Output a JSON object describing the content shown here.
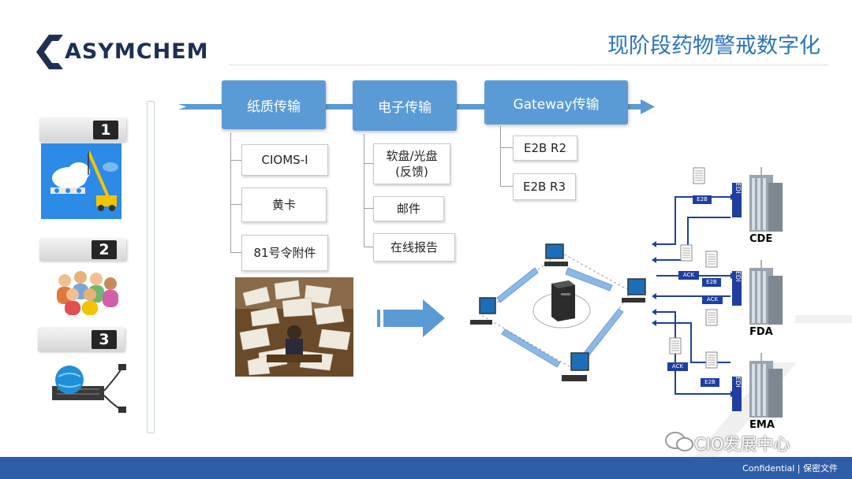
{
  "header": {
    "logo_text": "ASYMCHEM",
    "title": "现阶段药物警戒数字化"
  },
  "left_panel": {
    "items": [
      {
        "number": "1",
        "icon": "cloud-crane-icon"
      },
      {
        "number": "2",
        "icon": "people-group-icon"
      },
      {
        "number": "3",
        "icon": "globe-server-plug-icon"
      }
    ]
  },
  "categories": [
    {
      "label": "纸质传输",
      "children": [
        "CIOMS-I",
        "黄卡",
        "81号令附件"
      ]
    },
    {
      "label": "电子传输",
      "children": [
        "软盘/光盘\n(反馈)",
        "邮件",
        "在线报告"
      ]
    },
    {
      "label": "Gateway传输",
      "children": [
        "E2B R2",
        "E2B R3"
      ]
    }
  ],
  "network": {
    "hub_icon": "server-tower-icon",
    "node_icon": "workstation-icon"
  },
  "regulators": {
    "labels": [
      "CDE",
      "FDA",
      "EMA"
    ],
    "edi_label": "EDI",
    "e2b_label": "E2B",
    "ack_label": "ACK"
  },
  "footer": {
    "text": "Confidential | 保密文件"
  },
  "watermark": {
    "text": "CIO发展中心"
  },
  "colors": {
    "accent_blue": "#5b9bd5",
    "title_blue": "#2a74b8",
    "footer_blue": "#2f5ea8",
    "logo_navy": "#1e2f52"
  }
}
